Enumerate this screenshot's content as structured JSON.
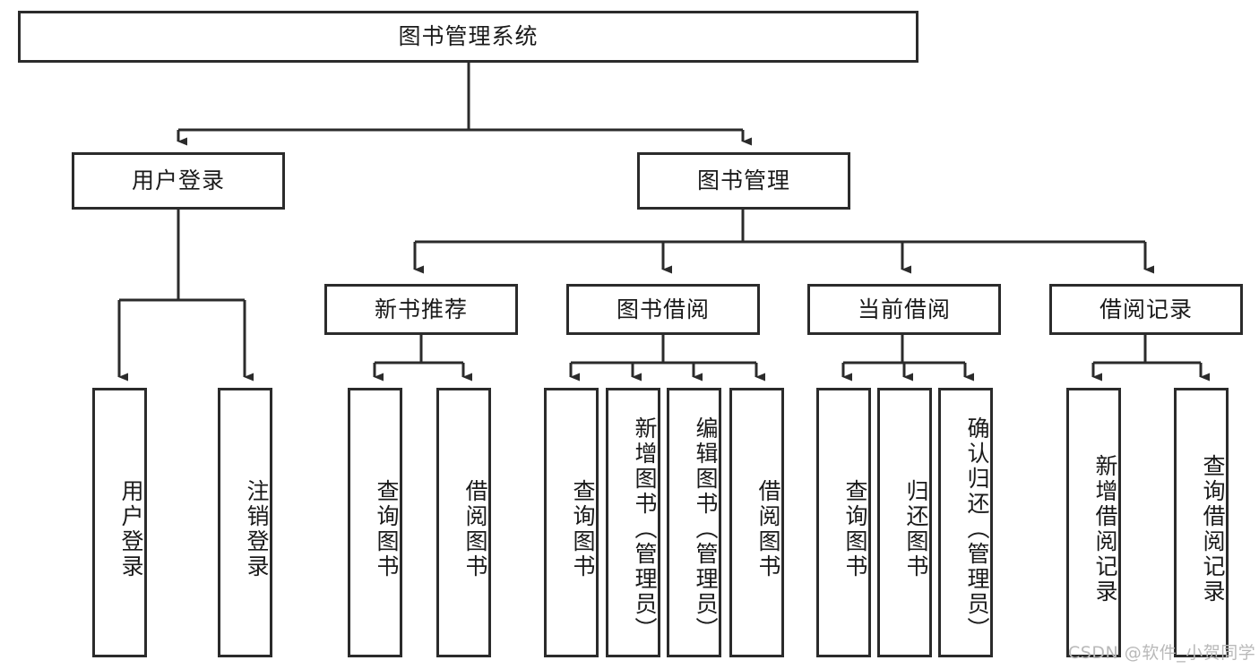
{
  "diagram": {
    "title": "图书管理系统",
    "type": "tree-hierarchy",
    "root": {
      "label": "图书管理系统"
    },
    "level1": [
      {
        "label": "用户登录"
      },
      {
        "label": "图书管理"
      }
    ],
    "level2": [
      {
        "label": "新书推荐",
        "parent": "图书管理"
      },
      {
        "label": "图书借阅",
        "parent": "图书管理"
      },
      {
        "label": "当前借阅",
        "parent": "图书管理"
      },
      {
        "label": "借阅记录",
        "parent": "图书管理"
      }
    ],
    "leaves": {
      "user_login": [
        {
          "label": "用户登录"
        },
        {
          "label": "注销登录"
        }
      ],
      "new_book": [
        {
          "label": "查询图书"
        },
        {
          "label": "借阅图书"
        }
      ],
      "book_borrow": [
        {
          "label": "查询图书"
        },
        {
          "label": "新增图书（管理员）"
        },
        {
          "label": "编辑图书（管理员）"
        },
        {
          "label": "借阅图书"
        }
      ],
      "current_borrow": [
        {
          "label": "查询图书"
        },
        {
          "label": "归还图书"
        },
        {
          "label": "确认归还（管理员）"
        }
      ],
      "borrow_record": [
        {
          "label": "新增借阅记录"
        },
        {
          "label": "查询借阅记录"
        }
      ]
    }
  },
  "watermark": {
    "text": "CSDN @软件_小贺同学"
  },
  "colors": {
    "stroke": "#2b2b2b",
    "fill": "#ffffff",
    "text": "#1a1a1a",
    "watermark": "#b9b9b9"
  }
}
